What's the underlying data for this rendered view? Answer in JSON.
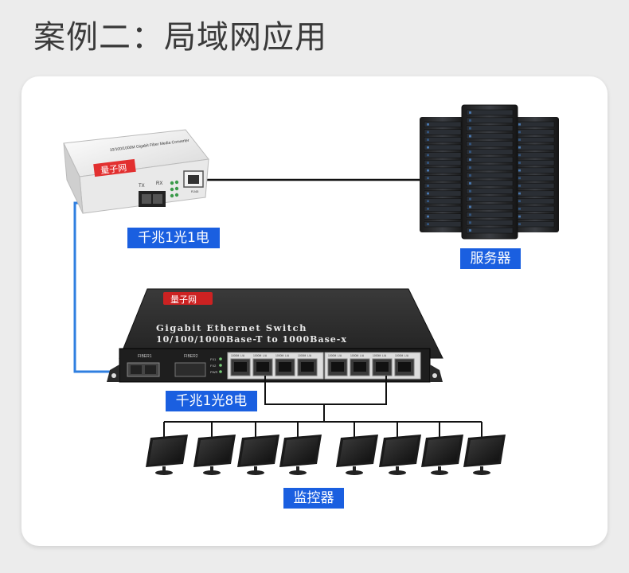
{
  "page": {
    "title": "案例二：局域网应用"
  },
  "converter": {
    "label": "千兆1光1电",
    "brand_logo_text": "量子网",
    "top_text": "10/100/1000M Gigabit Fiber Media Converter",
    "tx_label": "TX",
    "rx_label": "RX",
    "rj45_label": "RJ45"
  },
  "server": {
    "label": "服务器"
  },
  "switch": {
    "label": "千兆1光8电",
    "brand_logo_text": "量子网",
    "line1": "Gigabit Ethernet Switch",
    "line2": "10/100/1000Base-T to 1000Base-x",
    "fiber1": "FIBER1",
    "fiber2": "FIBER2",
    "led_labels": [
      "FX1",
      "FX2",
      "PWR"
    ],
    "port_labels": [
      "1000M",
      "L/A"
    ]
  },
  "monitors": {
    "label": "监控器",
    "count": 8
  },
  "colors": {
    "label_bg": "#1a5fe0",
    "fiber_line": "#2f7fe0",
    "cable_line": "#111111",
    "switch_body": "#2b2b2b"
  }
}
